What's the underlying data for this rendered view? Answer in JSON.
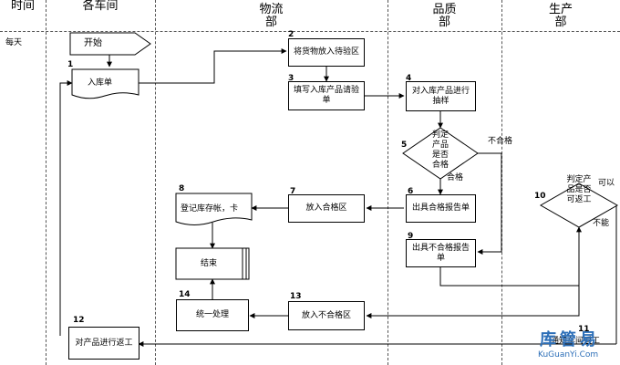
{
  "headers": {
    "time": "时间",
    "workshop": "各车间",
    "logistics_1": "物流",
    "logistics_2": "部",
    "quality_1": "品质",
    "quality_2": "部",
    "production_1": "生产",
    "production_2": "部"
  },
  "frequency": "每天",
  "nodes": {
    "start": "开始",
    "n1_num": "1",
    "n1": "入库单",
    "n2_num": "2",
    "n2": "将货物放入待验区",
    "n3_num": "3",
    "n3": "填写入库产品请验单",
    "n4_num": "4",
    "n4": "对入库产品进行抽样",
    "n5_num": "5",
    "n5": "判定产品是否合格",
    "n6_num": "6",
    "n6": "出具合格报告单",
    "n7_num": "7",
    "n7": "放入合格区",
    "n8_num": "8",
    "n8": "登记库存帐，卡",
    "end": "结束",
    "n9_num": "9",
    "n9": "出具不合格报告单",
    "n10_num": "10",
    "n10": "判定产品是否可返工",
    "n11_num": "11",
    "n11": "通知车间返工",
    "n12_num": "12",
    "n12": "对产品进行返工",
    "n13_num": "13",
    "n13": "放入不合格区",
    "n14_num": "14",
    "n14": "统一处理"
  },
  "edge_labels": {
    "pass": "合格",
    "fail": "不合格",
    "can": "可以",
    "cannot": "不能"
  },
  "watermark": {
    "text": "库管易",
    "url": "KuGuanYi.Com"
  },
  "colors": {
    "line": "#000000",
    "grid": "#555555",
    "watermark": "#2d6fb8"
  }
}
